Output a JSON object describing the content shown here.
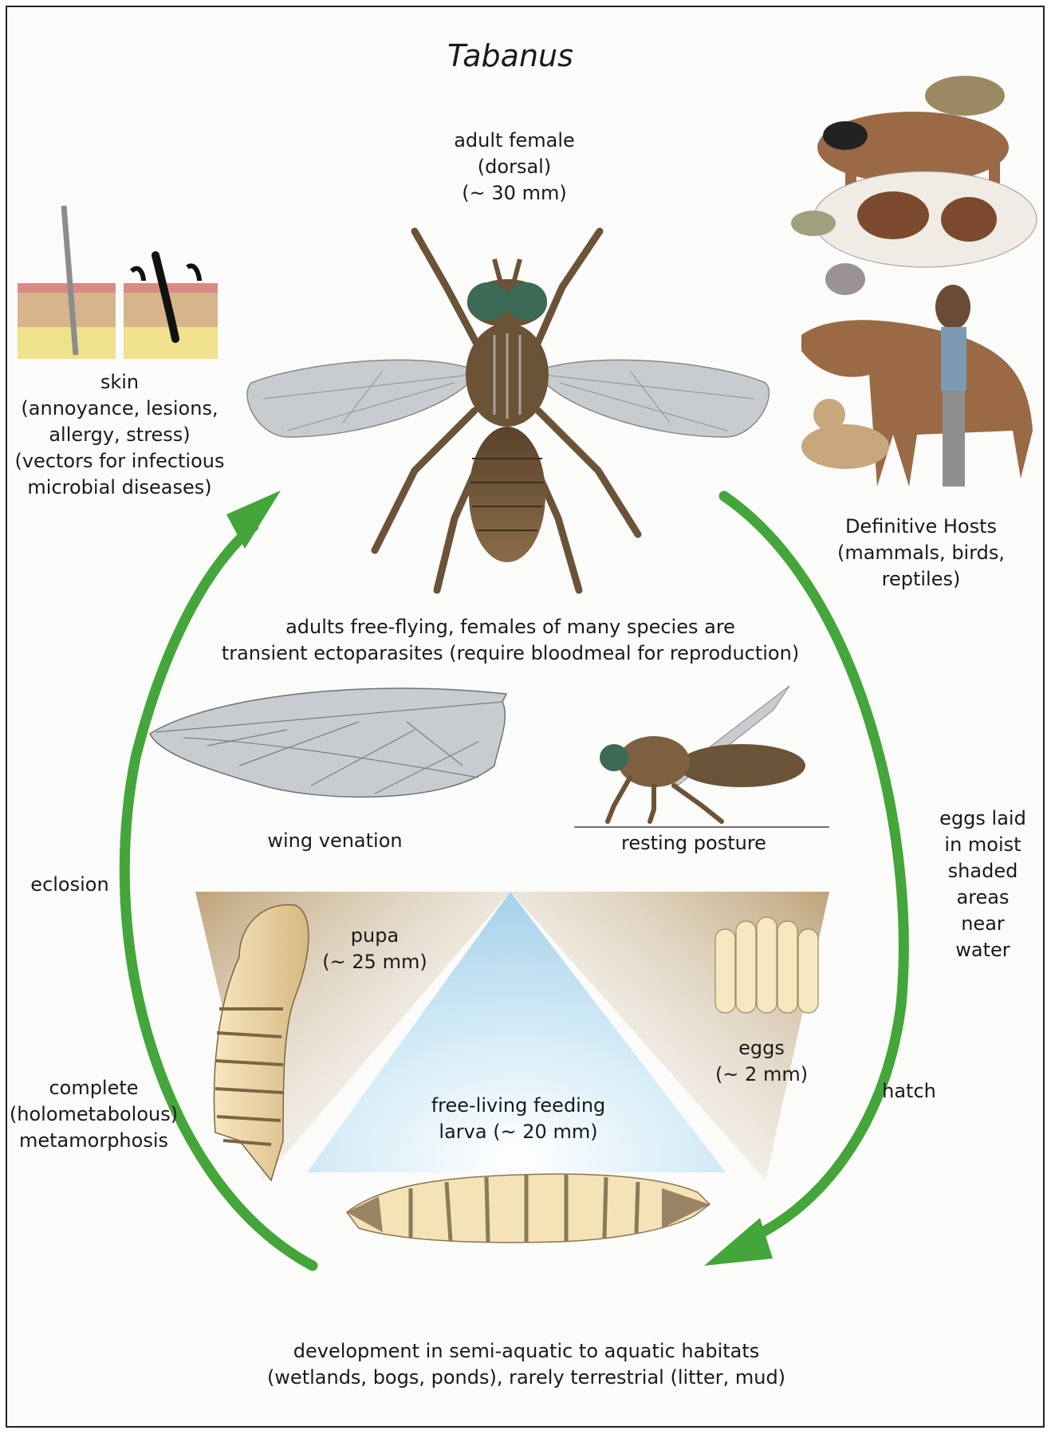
{
  "title": "Tabanus",
  "adult": {
    "lines": [
      "adult female",
      "(dorsal)",
      "(~ 30 mm)"
    ]
  },
  "skin": {
    "lines": [
      "skin",
      "(annoyance, lesions,",
      "allergy, stress)",
      "(vectors for infectious",
      "microbial diseases)"
    ]
  },
  "hosts": {
    "lines": [
      "Definitive Hosts",
      "(mammals, birds,",
      "reptiles)"
    ]
  },
  "adults_note": {
    "lines": [
      "adults free-flying, females of many species are",
      "transient ectoparasites (require bloodmeal for reproduction)"
    ]
  },
  "wing": {
    "label": "wing venation"
  },
  "resting": {
    "label": "resting posture"
  },
  "eclosion": {
    "label": "eclosion"
  },
  "eggs_laid": {
    "lines": [
      "eggs laid",
      "in moist",
      "shaded",
      "areas",
      "near",
      "water"
    ]
  },
  "pupa": {
    "lines": [
      "pupa",
      "(~ 25 mm)"
    ]
  },
  "eggs": {
    "lines": [
      "eggs",
      "(~ 2 mm)"
    ]
  },
  "hatch": {
    "label": "hatch"
  },
  "metamorphosis": {
    "lines": [
      "complete",
      "(holometabolous)",
      "metamorphosis"
    ]
  },
  "larva": {
    "lines": [
      "free-living feeding",
      "larva (~ 20 mm)"
    ]
  },
  "development": {
    "lines": [
      "development in semi-aquatic to aquatic habitats",
      "(wetlands, bogs, ponds), rarely terrestrial (litter, mud)"
    ]
  },
  "colors": {
    "arrow": "#44a53a",
    "fly_body": "#6b5338",
    "wing": "#c9cccf",
    "larva": "#f3e3b6",
    "sky": "#c8e4f2"
  },
  "icons": [
    "fly-dorsal-illustration",
    "skin-section-illustration",
    "host-animals-illustration",
    "wing-illustration",
    "fly-lateral-illustration",
    "pupa-illustration",
    "eggs-illustration",
    "larva-illustration",
    "cycle-arrow"
  ]
}
